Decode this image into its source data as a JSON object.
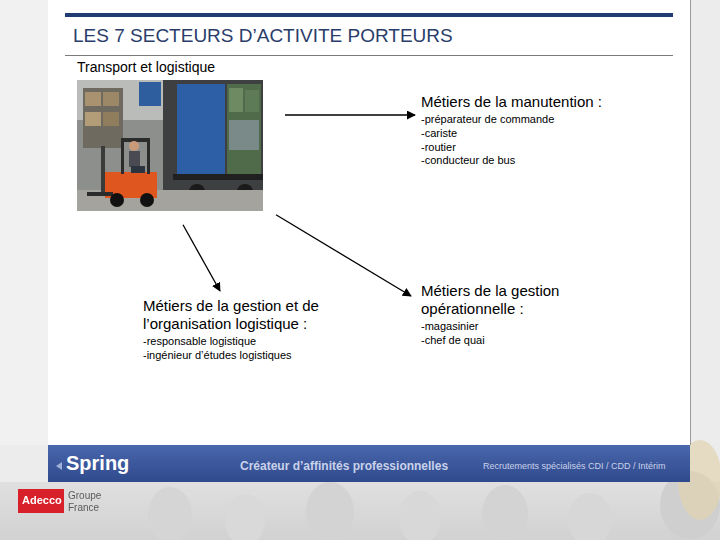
{
  "diagram": {
    "title": "LES 7 SECTEURS D’ACTIVITE PORTEURS",
    "nodes": [
      {
        "text": [
          "Transport et logistique"
        ]
      },
      {
        "text": [
          "Métiers de la manutention :",
          "-préparateur de commande",
          "-cariste",
          "-routier",
          "-conducteur de bus"
        ]
      },
      {
        "text": [
          "Métiers de la gestion et de l’organisation logistique :",
          "-responsable logistique",
          "-ingénieur d’études logistiques"
        ]
      },
      {
        "text": [
          "Métiers de la gestion opérationnelle :",
          "-magasinier",
          "-chef de quai"
        ]
      }
    ],
    "edges": [
      {
        "from": 0,
        "to": 1,
        "arrow": "to"
      },
      {
        "from": 0,
        "to": 2,
        "arrow": "to"
      },
      {
        "from": 0,
        "to": 3,
        "arrow": "to"
      }
    ],
    "labels": [
      "Spring",
      "Créateur d’affinités professionnelles",
      "Recrutements spécialisés CDI / CDD / Intérim",
      "Adecco",
      "Groupe",
      "France"
    ]
  }
}
